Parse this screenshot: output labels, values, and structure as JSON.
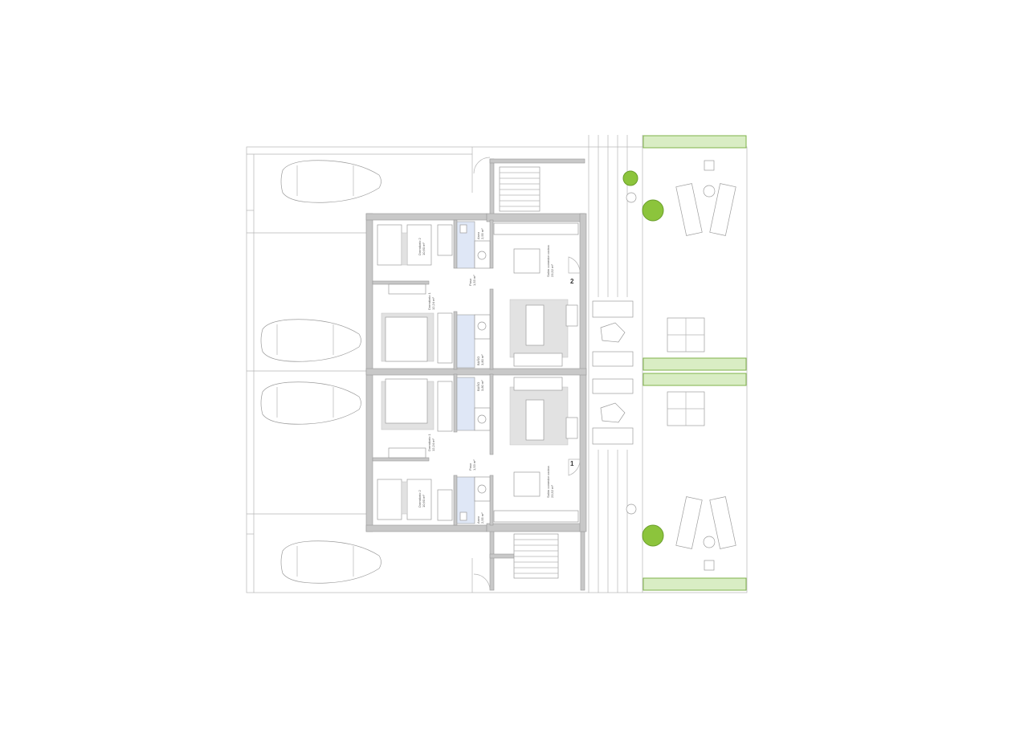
{
  "plan": {
    "unit_top": {
      "number": "2",
      "rooms": {
        "bedroom2": {
          "name": "Dormitorio 2",
          "area": "10,60 m²"
        },
        "bedroom1": {
          "name": "Dormitorio 1",
          "area": "12,24 m²"
        },
        "hall": {
          "name": "Paso",
          "area": "1,53 m²"
        },
        "toilet": {
          "name": "Aseo",
          "area": "2,55 m²"
        },
        "bathroom": {
          "name": "BAÑO",
          "area": "3,80 m²"
        },
        "living": {
          "name": "Salón comedor cocina",
          "area": "23,52 m²"
        }
      }
    },
    "unit_bottom": {
      "number": "1",
      "rooms": {
        "bedroom2": {
          "name": "Dormitorio 2",
          "area": "10,60 m²"
        },
        "bedroom1": {
          "name": "Dormitorio 1",
          "area": "12,24 m²"
        },
        "hall": {
          "name": "Paso",
          "area": "1,53 m²"
        },
        "toilet": {
          "name": "Aseo",
          "area": "2,55 m²"
        },
        "bathroom": {
          "name": "BAÑO",
          "area": "3,80 m²"
        },
        "living": {
          "name": "Salón comedor cocina",
          "area": "23,52 m²"
        }
      }
    },
    "colors": {
      "wall": "#c8c8c8",
      "wet_area": "#dfe7f6",
      "greenery": "#8cc43c"
    }
  }
}
